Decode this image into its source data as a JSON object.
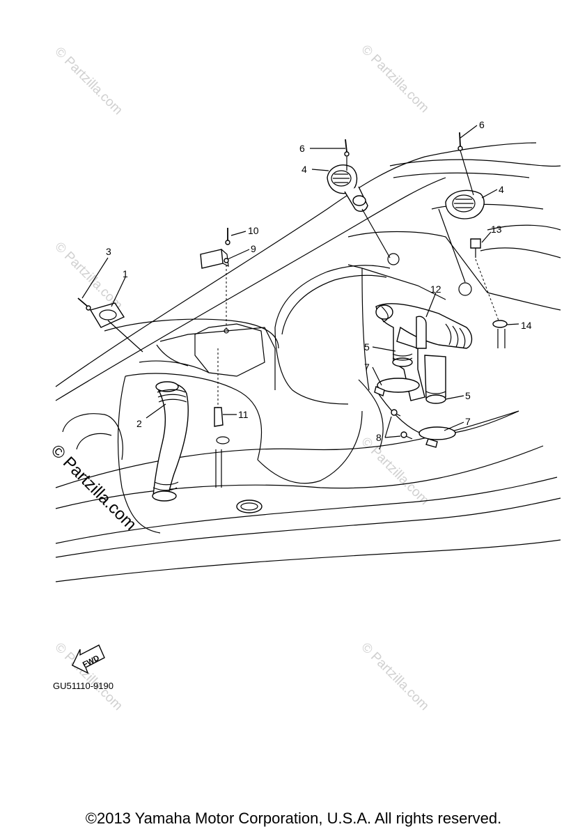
{
  "callouts": [
    {
      "id": "c1",
      "text": "1"
    },
    {
      "id": "c2",
      "text": "2"
    },
    {
      "id": "c3",
      "text": "3"
    },
    {
      "id": "c4a",
      "text": "4"
    },
    {
      "id": "c4b",
      "text": "4"
    },
    {
      "id": "c5a",
      "text": "5"
    },
    {
      "id": "c5b",
      "text": "5"
    },
    {
      "id": "c6a",
      "text": "6"
    },
    {
      "id": "c6b",
      "text": "6"
    },
    {
      "id": "c7a",
      "text": "7"
    },
    {
      "id": "c7b",
      "text": "7"
    },
    {
      "id": "c8",
      "text": "8"
    },
    {
      "id": "c9",
      "text": "9"
    },
    {
      "id": "c10",
      "text": "10"
    },
    {
      "id": "c11",
      "text": "11"
    },
    {
      "id": "c12",
      "text": "12"
    },
    {
      "id": "c13",
      "text": "13"
    },
    {
      "id": "c14",
      "text": "14"
    }
  ],
  "fwd_label": "FWD",
  "watermark": "© Partzilla.com",
  "diagram_code": "GU51110-9190",
  "copyright": "©2013 Yamaha Motor Corporation, U.S.A. All rights reserved."
}
